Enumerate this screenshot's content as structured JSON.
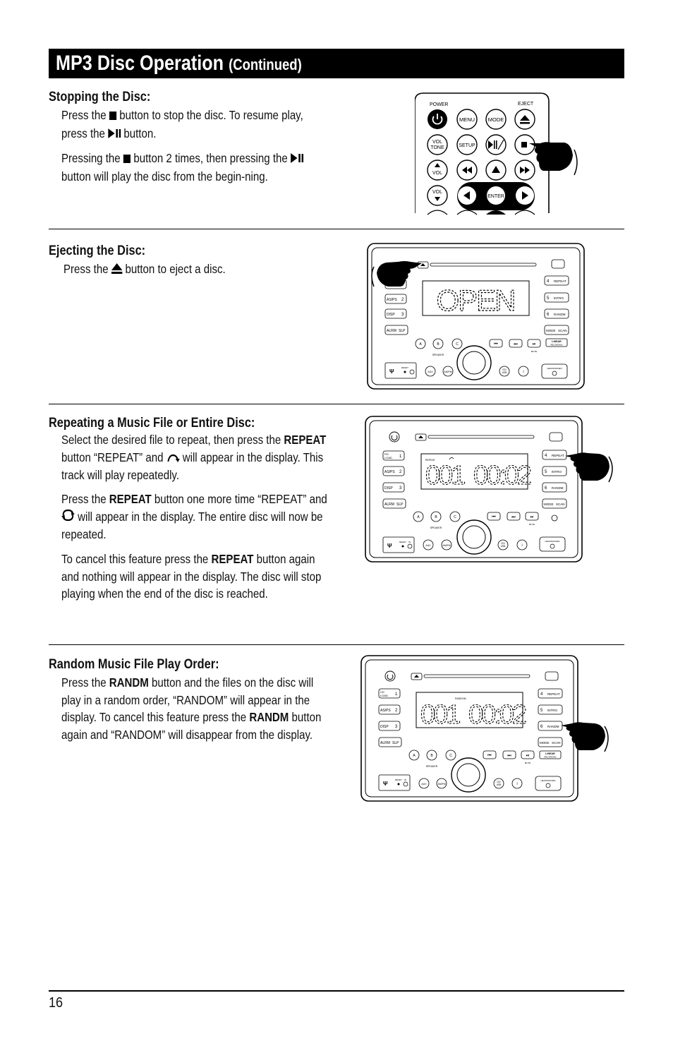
{
  "header": {
    "title": "MP3 Disc Operation",
    "subtitle": "(Continued)"
  },
  "stopping": {
    "heading": "Stopping the Disc:",
    "p1_a": "Press the",
    "p1_b": "button to stop the disc. To resume",
    "p1_c": "play, press the",
    "p1_d": "button.",
    "p2_a": "Pressing the",
    "p2_b": "button 2 times, then pressing",
    "p2_c": "the",
    "p2_d": "button will play the disc from the begin-ning."
  },
  "ejecting": {
    "heading": "Ejecting the Disc:",
    "p1_a": "Press the",
    "p1_b": "button to eject a disc."
  },
  "repeating": {
    "heading": "Repeating a Music File or Entire Disc:",
    "p1_a": "Select the desired file to repeat, then press the",
    "p1_btn": "REPEAT",
    "p1_b": "button “REPEAT” and",
    "p1_c": "will appear in the display. This track will play repeatedly.",
    "p2_a": "Press the",
    "p2_btn": "REPEAT",
    "p2_b": "button one more time “REPEAT” and",
    "p2_c": "will appear in the display. The entire disc will now be repeated.",
    "p3_a": "To cancel this feature press the",
    "p3_btn": "REPEAT",
    "p3_b": "button again and nothing will appear in the display. The disc will stop playing when the end of the disc is reached."
  },
  "random": {
    "heading": "Random Music File Play Order:",
    "p1_a": "Press the",
    "p1_btn": "RANDM",
    "p1_b": "button and the files on the disc will play in a random order, “RANDOM” will appear in the display. To cancel this feature press the",
    "p1_btn2": "RANDM",
    "p1_c": "button again and “RANDOM” will disappear from the display."
  },
  "remote": {
    "power": "POWER",
    "eject": "EJECT",
    "menu": "MENU",
    "mode": "MODE",
    "vol_tone_1": "VOL",
    "vol_tone_2": "TONE",
    "setup": "SETUP",
    "vol_up": "VOL",
    "vol_down": "VOL",
    "enter": "ENTER"
  },
  "unit": {
    "pg_load_1": "PG",
    "pg_load_2": "LOAD",
    "cd_load_1": "CD",
    "cd_load_2": "LOAD",
    "key_1": "1",
    "as_ps": "AS/PS",
    "key_2": "2",
    "disp": "DISP",
    "key_3": "3",
    "alrm": "ALRM",
    "slp": "SLP",
    "key_4": "4",
    "repeat": "REPEAT",
    "key_5": "5",
    "intro": "INTRO",
    "key_6": "6",
    "random": "RANDM",
    "mode": "MODE",
    "scan": "SCAN",
    "logo_1": "LINEAR",
    "logo_2": "RECORDING",
    "spk_a": "A",
    "spk_b": "B",
    "spk_c": "C",
    "speaker": "SPEAKER",
    "mute": "MUTE",
    "aux": "AUX",
    "am_fm": "AM/FM",
    "cd_usb_1": "CD/",
    "cd_usb_2": "USB",
    "info": "i",
    "headphones": "HEADPHONES",
    "reset": "RESET",
    "in": "IN",
    "lcd_open": "OPEN",
    "lcd_track": "001",
    "lcd_time": "00:02",
    "lcd_repeat_label": "REPEAT",
    "lcd_random_label": "RANDOM"
  },
  "footer": {
    "page_number": "16"
  }
}
